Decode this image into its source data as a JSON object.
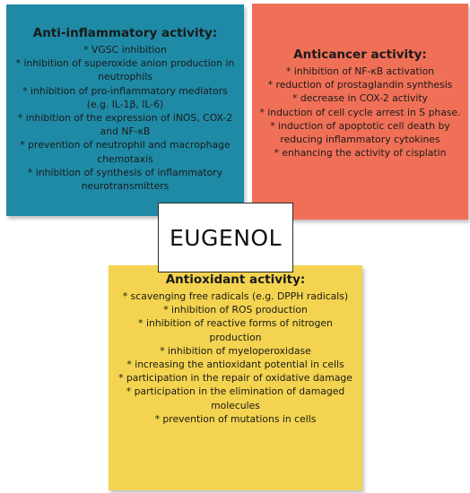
{
  "center": {
    "label": "EUGENOL"
  },
  "colors": {
    "anti_inflammatory_bg": "#1f8aa6",
    "anticancer_bg": "#f07057",
    "antioxidant_bg": "#f3d34f",
    "center_bg": "#ffffff"
  },
  "anti_inflammatory": {
    "title": "Anti-inflammatory activity:",
    "items": [
      "* VGSC inhibition",
      "* inhibition of superoxide anion production in neutrophils",
      "* inhibition of pro-inflammatory mediators (e.g. IL-1β, IL-6)",
      "* inhibition of the expression of iNOS, COX-2 and NF-κB",
      "* prevention of neutrophil and macrophage chemotaxis",
      "* inhibition of synthesis of inflammatory neurotransmitters"
    ]
  },
  "anticancer": {
    "title": "Anticancer activity:",
    "items": [
      "* inhibition of NF-κB activation",
      "* reduction of prostaglandin synthesis",
      "* decrease in COX-2 activity",
      "* induction of cell cycle arrest in S phase.",
      "* induction of apoptotic cell death by reducing inflammatory cytokines",
      "* enhancing the activity of cisplatin"
    ]
  },
  "antioxidant": {
    "title": "Antioxidant activity:",
    "items": [
      "* scavenging free radicals (e.g. DPPH radicals)",
      "* inhibition of ROS production",
      "* inhibition of reactive forms of nitrogen production",
      "* inhibition of myeloperoxidase",
      "* increasing the antioxidant potential in cells",
      "* participation in the repair of oxidative damage",
      "* participation in the elimination of damaged molecules",
      "* prevention of mutations in cells"
    ]
  }
}
